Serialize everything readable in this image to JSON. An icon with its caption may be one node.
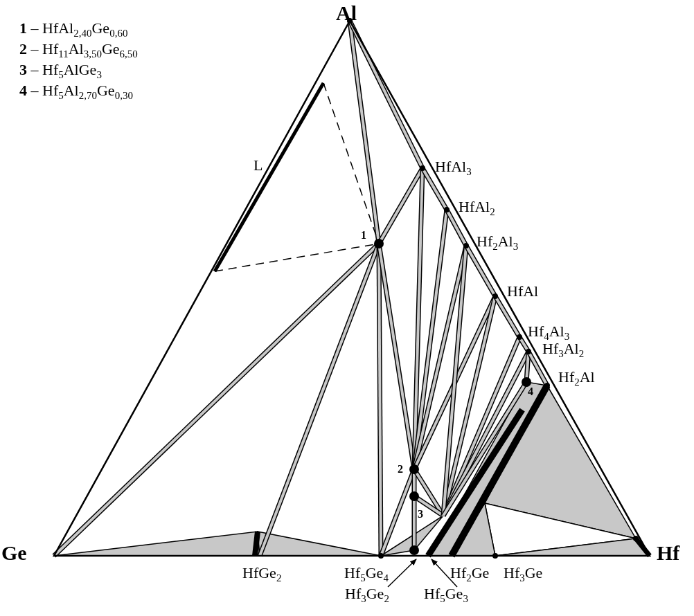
{
  "diagram": {
    "nodes": [
      {
        "text": [
          "Hf$_{3}$Ge$_{2}$"
        ]
      },
      {
        "text": [
          "Hf$_{5}$Ge$_{3}$"
        ]
      }
    ],
    "edges": [
      {
        "from": 0,
        "to": null,
        "arrow": "to"
      },
      {
        "from": 1,
        "to": null,
        "arrow": "to"
      }
    ],
    "labels": [
      "Al",
      "**1** – HfAl$_{2,40}$Ge$_{0,60}$",
      "**2** – Hf$_{11}$Al$_{3,50}$Ge$_{6,50}$",
      "**3** – Hf$_{5}$AlGe$_{3}$",
      "**4** – Hf$_{5}$Al$_{2,70}$Ge$_{0,30}$",
      "L",
      "HfAl$_{3}$",
      "HfAl$_{2}$",
      "1",
      "Hf$_{2}$Al$_{3}$",
      "HfAl",
      "Hf$_{4}$Al$_{3}$",
      "Hf$_{3}$Al$_{2}$",
      "Hf$_{2}$Al",
      "4",
      "2",
      "3",
      "Ge",
      "Hf",
      "HfGe$_{2}$",
      "Hf$_{5}$Ge$_{4}$",
      "Hf$_{2}$Ge",
      "Hf$_{3}$Ge"
    ]
  }
}
